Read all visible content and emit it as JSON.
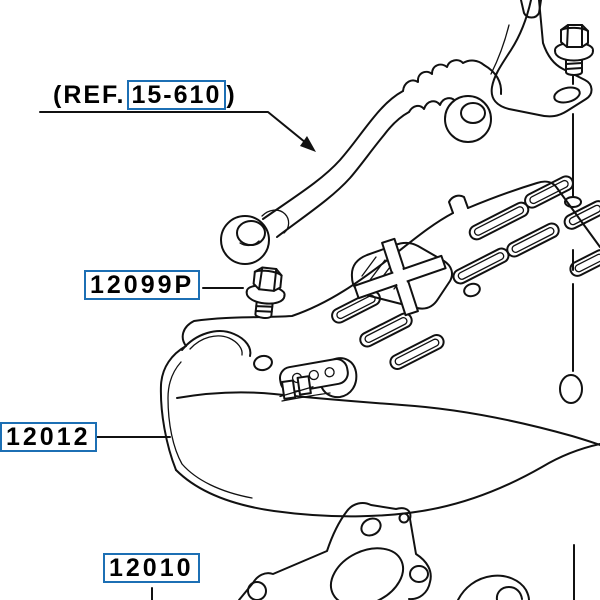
{
  "ref": {
    "prefix": "(REF.",
    "code": "15-610",
    "suffix": ")"
  },
  "callouts": [
    {
      "label": "12099P"
    },
    {
      "label": "12012"
    },
    {
      "label": "12010"
    }
  ],
  "colors": {
    "accent_box": "#1c6fb4",
    "line": "#111111",
    "background": "#ffffff"
  }
}
